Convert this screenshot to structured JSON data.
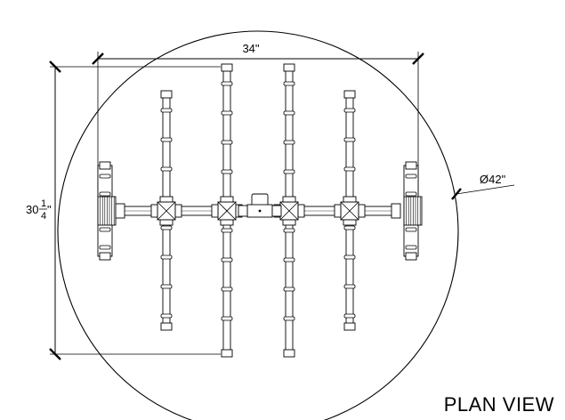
{
  "drawing": {
    "view_title": "PLAN VIEW",
    "dim_width": "34\"",
    "dim_height_whole": "30",
    "dim_height_num": "1",
    "dim_height_den": "4",
    "dim_height_inch": "\"",
    "dim_diameter": "Ø42\""
  }
}
